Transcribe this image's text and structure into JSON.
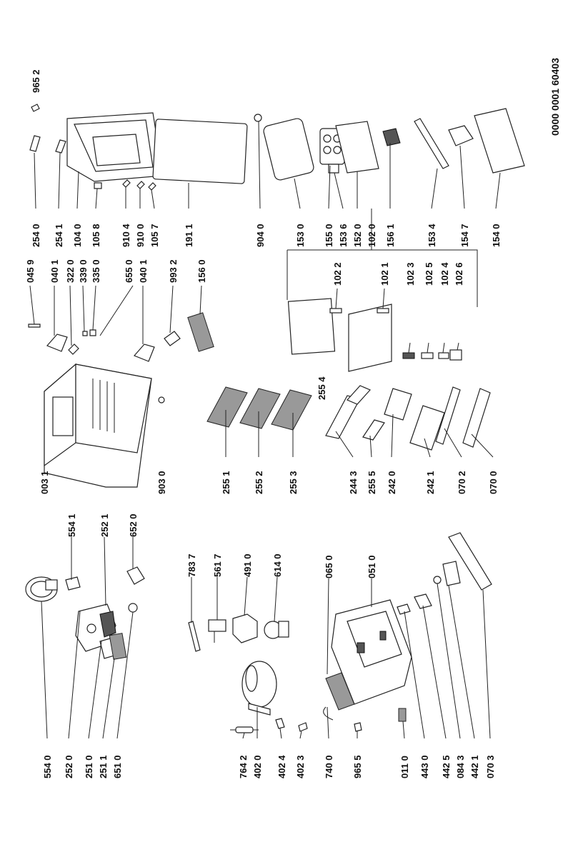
{
  "document": {
    "drawing_number": "0000 0001 60403"
  },
  "col_left": [
    "554 0",
    "252 0",
    "251 0",
    "251 1",
    "651 0",
    "764 2",
    "402 0",
    "402 4",
    "402 3",
    "740 0",
    "965 5",
    "011 0",
    "443 0",
    "442 5",
    "084 3",
    "442 1",
    "070 3"
  ],
  "col_mid_right": [
    "554 1",
    "252 1",
    "652 0",
    "783 7",
    "561 7",
    "491 0",
    "614 0",
    "065 0",
    "051 0"
  ],
  "col_cabinet": [
    "003 1",
    "903 0",
    "255 1",
    "255 2",
    "255 3",
    "244 3",
    "255 5",
    "242 0",
    "242 1",
    "070 2",
    "070 0"
  ],
  "label_255_4": "255 4",
  "col_hinge": [
    "045 9",
    "040 1",
    "322 0",
    "339 0",
    "335 0",
    "655 0",
    "040 1",
    "993 2",
    "156 0"
  ],
  "col_sub": [
    "102 2",
    "102 1",
    "102 3",
    "102 5",
    "102 4",
    "102 6"
  ],
  "col_door": [
    "254 0",
    "254 1",
    "104 0",
    "105 8",
    "910 4",
    "910 0",
    "105 7",
    "191 1",
    "904 0",
    "153 0",
    "155 0",
    "153 6",
    "152 0",
    "102 0",
    "156 1",
    "153 4",
    "154 7",
    "154 0"
  ],
  "label_965_2": "965 2"
}
